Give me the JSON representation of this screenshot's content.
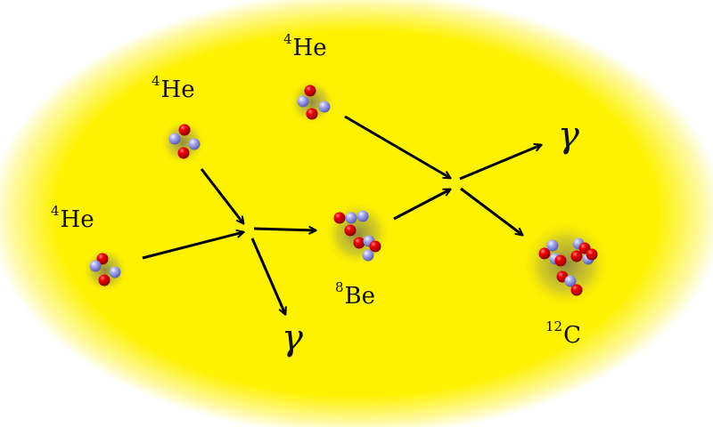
{
  "labels": {
    "he_left": {
      "mass": "4",
      "symbol": "He"
    },
    "he_middle": {
      "mass": "4",
      "symbol": "He"
    },
    "he_top": {
      "mass": "4",
      "symbol": "He"
    },
    "be": {
      "mass": "8",
      "symbol": "Be"
    },
    "carbon": {
      "mass": "12",
      "symbol": "C"
    }
  },
  "gamma_lower": "γ",
  "gamma_upper": "γ",
  "colors": {
    "background_glow": "#fff200",
    "proton": "#e00000",
    "neutron": "#9a9ee8",
    "arrow": "#000000"
  }
}
